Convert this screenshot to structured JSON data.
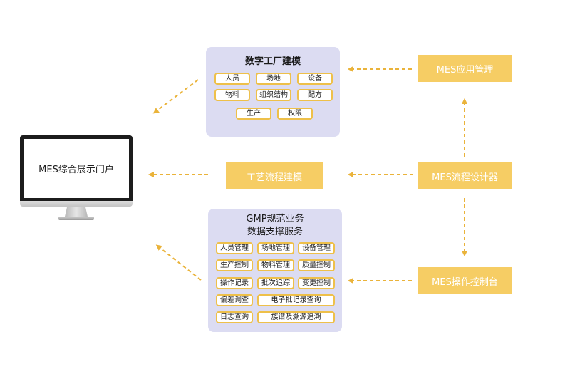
{
  "colors": {
    "accent_yellow": "#f6cd64",
    "chip_border": "#eec04a",
    "panel_purple": "#dcdcf2",
    "arrow": "#eab33a",
    "monitor_bezel": "#1c1c1c"
  },
  "portal": {
    "label": "MES综合展示门户"
  },
  "factory_model": {
    "title": "数字工厂建模",
    "chips": [
      "人员",
      "场地",
      "设备",
      "物料",
      "组织结构",
      "配方",
      "生产",
      "权限"
    ]
  },
  "process_model": {
    "label": "工艺流程建模"
  },
  "gmp": {
    "title_line1": "GMP规范业务",
    "title_line2": "数据支撑服务",
    "chips": [
      "人员管理",
      "场地管理",
      "设备管理",
      "生产控制",
      "物料管理",
      "质量控制",
      "操作记录",
      "批次追踪",
      "变更控制",
      "偏差调查",
      "电子批记录查询",
      "日志查询",
      "族谱及溯源追溯"
    ]
  },
  "app_management": {
    "label": "MES应用管理"
  },
  "flow_designer": {
    "label": "MES流程设计器"
  },
  "operation_console": {
    "label": "MES操作控制台"
  }
}
